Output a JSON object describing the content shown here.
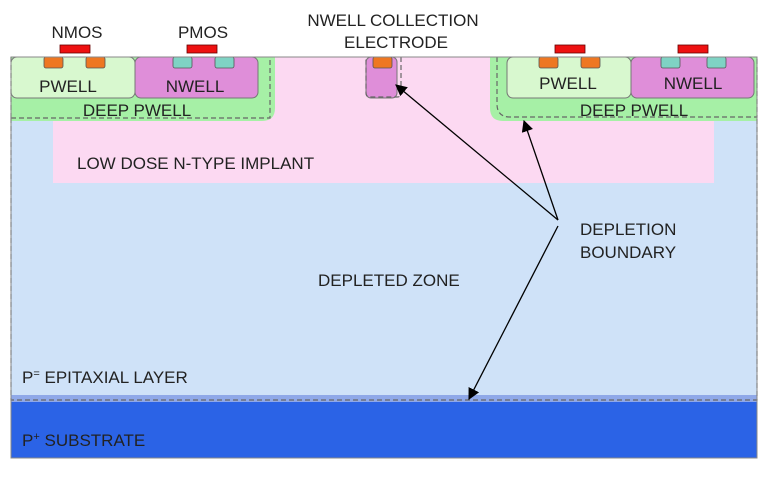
{
  "labels": {
    "nmos": "NMOS",
    "pmos": "PMOS",
    "collection_line1": "NWELL COLLECTION",
    "collection_line2": "ELECTRODE",
    "left_pwell": "PWELL",
    "left_nwell": "NWELL",
    "left_deep_pwell": "DEEP PWELL",
    "right_pwell": "PWELL",
    "right_nwell": "NWELL",
    "right_deep_pwell": "DEEP PWELL",
    "implant": "LOW DOSE N-TYPE IMPLANT",
    "depletion_line1": "DEPLETION",
    "depletion_line2": "BOUNDARY",
    "depleted_zone": "DEPLETED ZONE",
    "epi_base": "P",
    "epi_sup": "=",
    "epi_rest": " EPITAXIAL LAYER",
    "sub_base": "P",
    "sub_sup": "+",
    "sub_rest": " SUBSTRATE"
  },
  "colors": {
    "epitaxial": "#cfe2f8",
    "implant": "#fcd9f2",
    "substrate": "#2b63e6",
    "epi_boundary": "#8fa8e8",
    "deep_pwell": "#a6f0a6",
    "pwell": "#d8f8cf",
    "nwell": "#df8ed9",
    "n_contact": "#ee7722",
    "p_contact": "#7fd3c4",
    "gate": "#ee1111"
  }
}
